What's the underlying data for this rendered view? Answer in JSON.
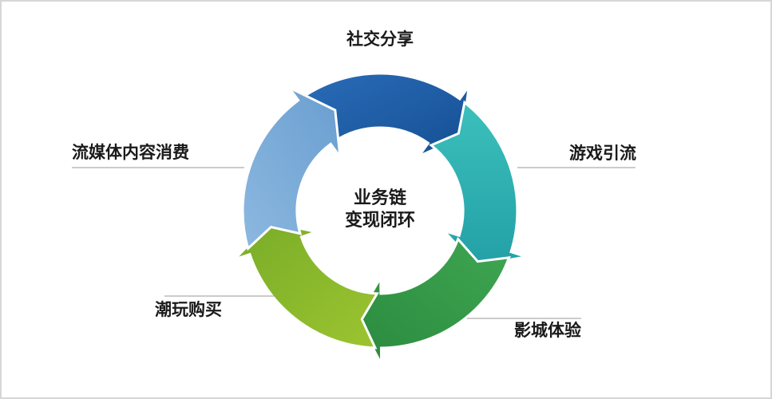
{
  "diagram": {
    "center": {
      "line1": "业务链",
      "line2": "变现闭环"
    },
    "nodes": [
      {
        "id": "social",
        "label": "社交分享",
        "color": "#1a5aa3"
      },
      {
        "id": "game",
        "label": "游戏引流",
        "color": "#2fb0b0"
      },
      {
        "id": "cinema",
        "label": "影城体验",
        "color": "#3a9a4a"
      },
      {
        "id": "toys",
        "label": "潮玩购买",
        "color": "#8db82a"
      },
      {
        "id": "media",
        "label": "流媒体内容消费",
        "color": "#7aaad6"
      }
    ]
  }
}
